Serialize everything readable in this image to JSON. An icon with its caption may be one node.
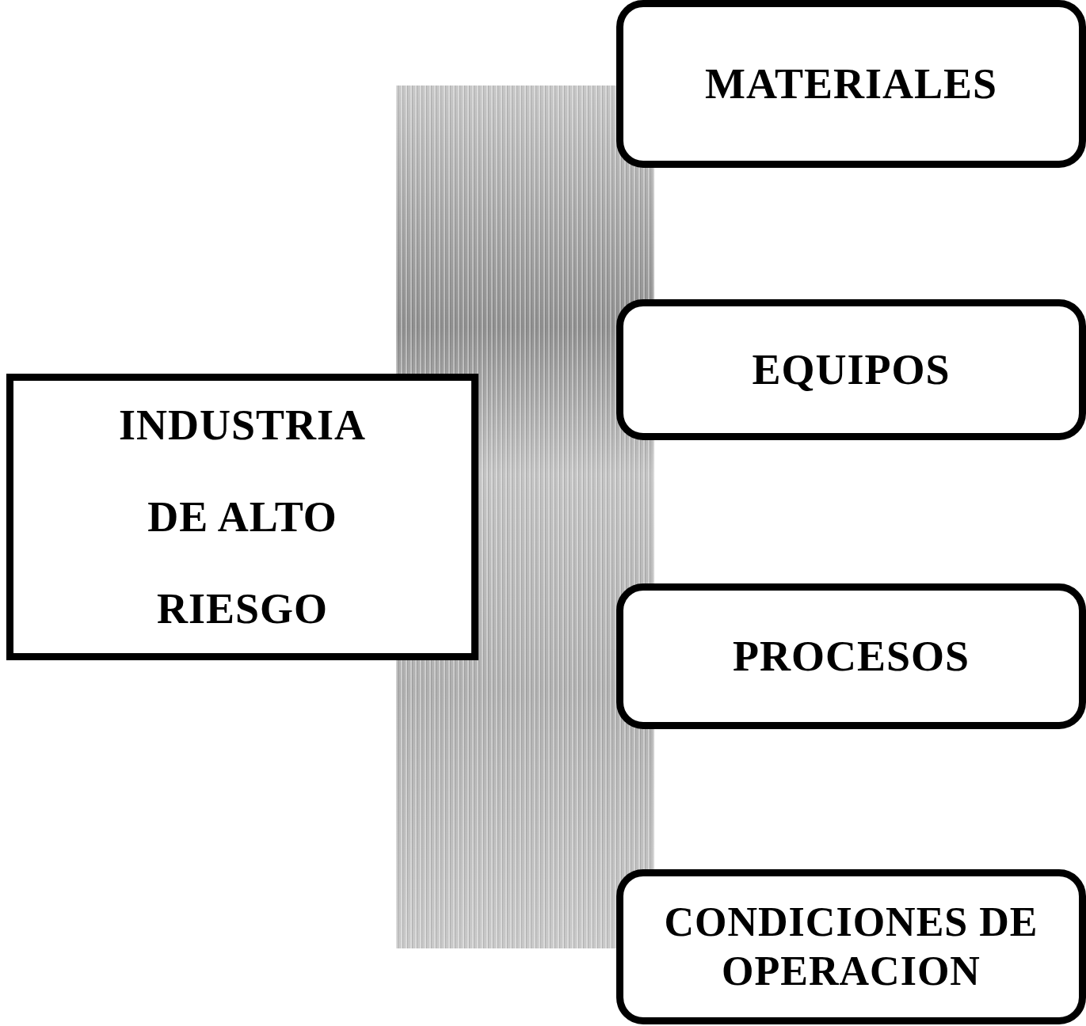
{
  "diagram": {
    "nodes": [
      {
        "text": [
          "INDUSTRIA DE ALTO RIESGO"
        ]
      },
      {
        "text": [],
        "shape": "bar"
      },
      {
        "text": [
          "MATERIALES"
        ]
      },
      {
        "text": [
          "EQUIPOS"
        ]
      },
      {
        "text": [
          "PROCESOS"
        ]
      },
      {
        "text": [
          "CONDICIONES DE OPERACION"
        ]
      }
    ]
  }
}
